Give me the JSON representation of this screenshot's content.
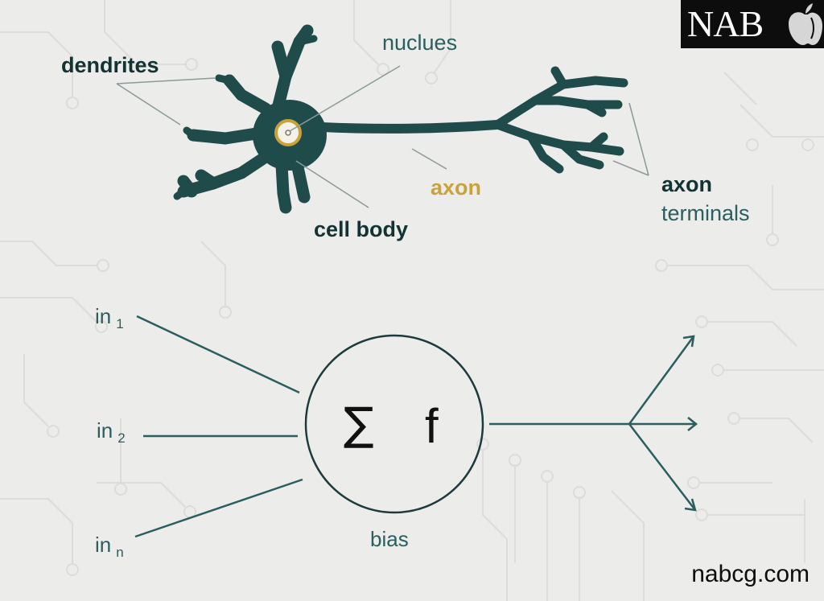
{
  "neuron": {
    "labels": {
      "dendrites": "dendrites",
      "nucleus": "nuclues",
      "cell_body": "cell body",
      "axon": "axon",
      "axon_terminals_1": "axon",
      "axon_terminals_2": "terminals"
    },
    "colors": {
      "neuron_fill": "#1f4b4b",
      "nucleus_ring": "#c9a23a",
      "axon_label": "#c9a23a",
      "dark_text": "#133233",
      "teal_text": "#2a5e5f"
    }
  },
  "perceptron": {
    "inputs": [
      {
        "label": "in",
        "sub": "1"
      },
      {
        "label": "in",
        "sub": "2"
      },
      {
        "label": "in",
        "sub": "n"
      }
    ],
    "sum_symbol": "∑",
    "activation_symbol": "f",
    "bias_label": "bias",
    "line_color": "#2a5e5f"
  },
  "logo": {
    "text": "NAB",
    "icon": "apple-icon"
  },
  "footer": {
    "site": "nabcg.com"
  }
}
